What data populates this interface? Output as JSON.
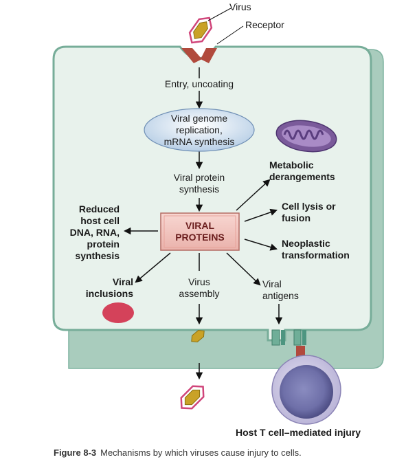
{
  "labels": {
    "virus": "Virus",
    "receptor": "Receptor",
    "entry": "Entry, uncoating",
    "genome": "Viral genome\nreplication,\nmRNA synthesis",
    "protein_synthesis": "Viral protein\nsynthesis",
    "viral_proteins": "VIRAL\nPROTEINS",
    "metabolic": "Metabolic\nderangements",
    "lysis": "Cell lysis or\nfusion",
    "neoplastic": "Neoplastic\ntransformation",
    "reduced": "Reduced\nhost cell\nDNA, RNA,\nprotein\nsynthesis",
    "inclusions": "Viral\ninclusions",
    "assembly": "Virus\nassembly",
    "antigens": "Viral\nantigens",
    "tcell": "Host T cell–mediated injury"
  },
  "caption": {
    "figure": "Figure 8-3",
    "text": "Mechanisms by which viruses cause injury to cells."
  },
  "colors": {
    "cell_fill": "#e6f1ea",
    "cell_edge": "#7fb3a0",
    "cell_shadow": "#a9ccbd",
    "ellipse": "#c6d8ea",
    "box": "#f3c8c3",
    "virus_capsid": "#c9a227",
    "virus_shell": "#d0457a",
    "receptor": "#b14a3d",
    "inclusion": "#d4425a",
    "mito": "#7a5a9a",
    "tcell": "#8d86b9"
  }
}
